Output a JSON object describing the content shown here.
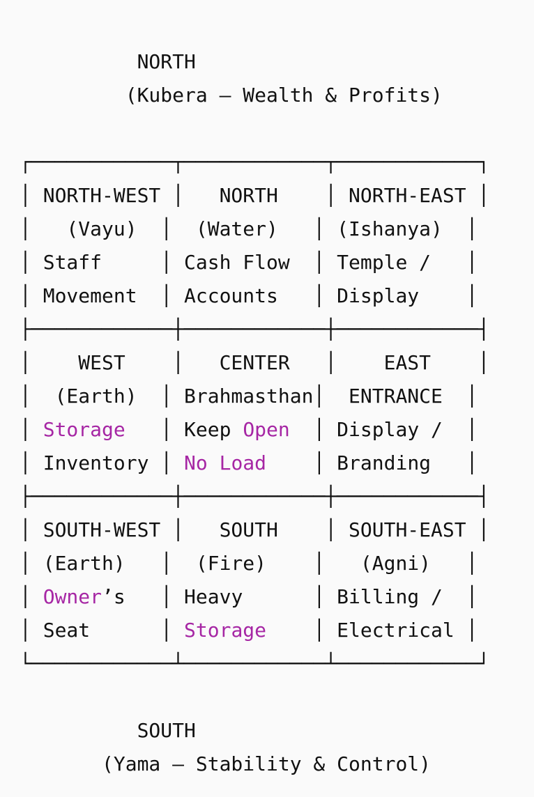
{
  "highlight_color": "#a626a4",
  "lines": [
    [
      {
        "t": "          NORTH"
      }
    ],
    [
      {
        "t": "         (Kubera — Wealth & Profits)"
      }
    ],
    [
      {
        "t": ""
      }
    ],
    [
      {
        "t": "┌────────────┬────────────┬────────────┐"
      }
    ],
    [
      {
        "t": "│ NORTH-WEST │   NORTH    │ NORTH-EAST │"
      }
    ],
    [
      {
        "t": "│   (Vayu)  │  (Water)   │ (Ishanya)  │"
      }
    ],
    [
      {
        "t": "│ Staff     │ Cash Flow  │ Temple /   │"
      }
    ],
    [
      {
        "t": "│ Movement  │ Accounts   │ Display    │"
      }
    ],
    [
      {
        "t": "├────────────┼────────────┼────────────┤"
      }
    ],
    [
      {
        "t": "│    WEST    │   CENTER   │    EAST    │"
      }
    ],
    [
      {
        "t": "│  (Earth)  │ Brahmasthan│  ENTRANCE  │"
      }
    ],
    [
      {
        "t": "│ "
      },
      {
        "t": "Storage",
        "hl": true
      },
      {
        "t": "   │ Keep "
      },
      {
        "t": "Open",
        "hl": true
      },
      {
        "t": "  │ Display /  │"
      }
    ],
    [
      {
        "t": "│ Inventory │ "
      },
      {
        "t": "No Load",
        "hl": true
      },
      {
        "t": "    │ Branding   │"
      }
    ],
    [
      {
        "t": "├────────────┼────────────┼────────────┤"
      }
    ],
    [
      {
        "t": "│ SOUTH-WEST │   SOUTH    │ SOUTH-EAST │"
      }
    ],
    [
      {
        "t": "│ (Earth)   │  (Fire)    │   (Agni)   │"
      }
    ],
    [
      {
        "t": "│ "
      },
      {
        "t": "Owner",
        "hl": true
      },
      {
        "t": "’s   │ Heavy      │ Billing /  │"
      }
    ],
    [
      {
        "t": "│ Seat      │ "
      },
      {
        "t": "Storage",
        "hl": true
      },
      {
        "t": "    │ Electrical │"
      }
    ],
    [
      {
        "t": "└────────────┴────────────┴────────────┘"
      }
    ],
    [
      {
        "t": ""
      }
    ],
    [
      {
        "t": "          SOUTH"
      }
    ],
    [
      {
        "t": "       (Yama — Stability & Control)"
      }
    ]
  ]
}
